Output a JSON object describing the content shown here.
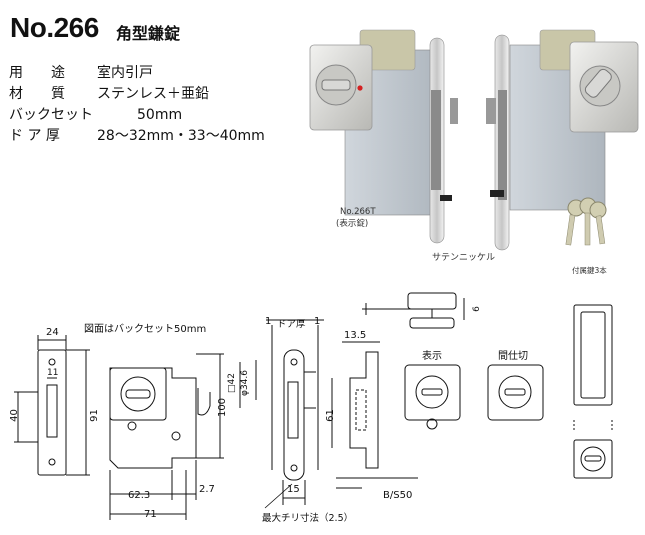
{
  "title": {
    "number": "No.266",
    "name": "角型鎌錠"
  },
  "specs": [
    {
      "label": "用　　途",
      "value": "室内引戸"
    },
    {
      "label": "材　　質",
      "value": "ステンレス＋亜鉛"
    },
    {
      "label": "バックセット",
      "value": "50mm"
    },
    {
      "label": "ド ア 厚",
      "value": "28～32mm・33～40mm"
    }
  ],
  "photo": {
    "model_caption": "No.266T",
    "model_sub": "(表示錠)",
    "finish": "サテンニッケル",
    "keys_caption": "付属鍵3本"
  },
  "drawing": {
    "note": "図面はバックセット50mm",
    "dims": {
      "d24": "24",
      "d11": "11",
      "d40": "40",
      "d91": "91",
      "d100": "100",
      "d62_3": "62.3",
      "d2_7": "2.7",
      "d71": "71",
      "d42": "□42",
      "d34_6": "φ34.6",
      "d1a": "1",
      "door_thickness": "ドア厚",
      "d1b": "1",
      "d15": "15",
      "max_chiri": "最大チリ寸法（2.5）",
      "d13_5": "13.5",
      "d61": "61",
      "d6": "6",
      "backset": "B/S50"
    },
    "labels": {
      "indicator": "表示",
      "partition": "間仕切"
    }
  }
}
